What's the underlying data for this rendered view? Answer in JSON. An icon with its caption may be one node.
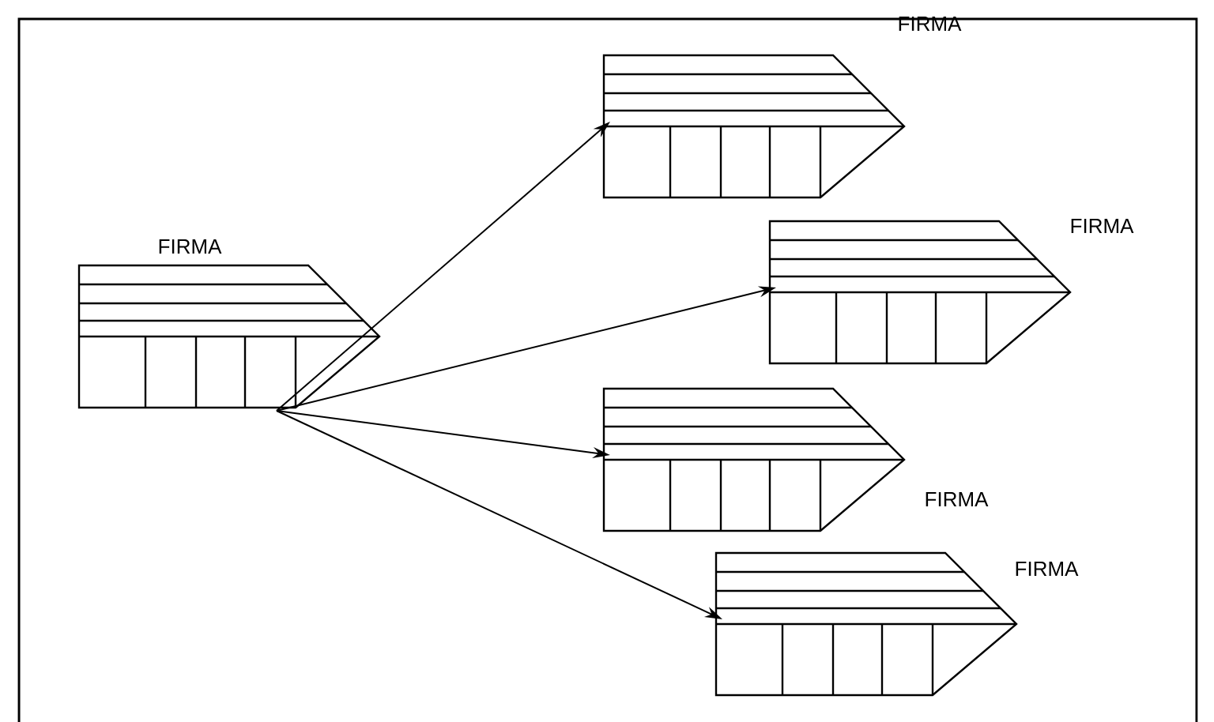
{
  "diagram": {
    "nodes": [
      {
        "text": [
          "FIRMA"
        ]
      },
      {
        "text": [
          "FIRMA"
        ]
      },
      {
        "text": [
          "FIRMA"
        ]
      },
      {
        "text": [
          "FIRMA"
        ]
      },
      {
        "text": [
          "FIRMA"
        ]
      }
    ],
    "edges": [
      {
        "from": 0,
        "to": 1,
        "arrow": "to"
      },
      {
        "from": 0,
        "to": 2,
        "arrow": "to"
      },
      {
        "from": 0,
        "to": 3,
        "arrow": "to"
      },
      {
        "from": 0,
        "to": 4,
        "arrow": "to"
      }
    ]
  }
}
